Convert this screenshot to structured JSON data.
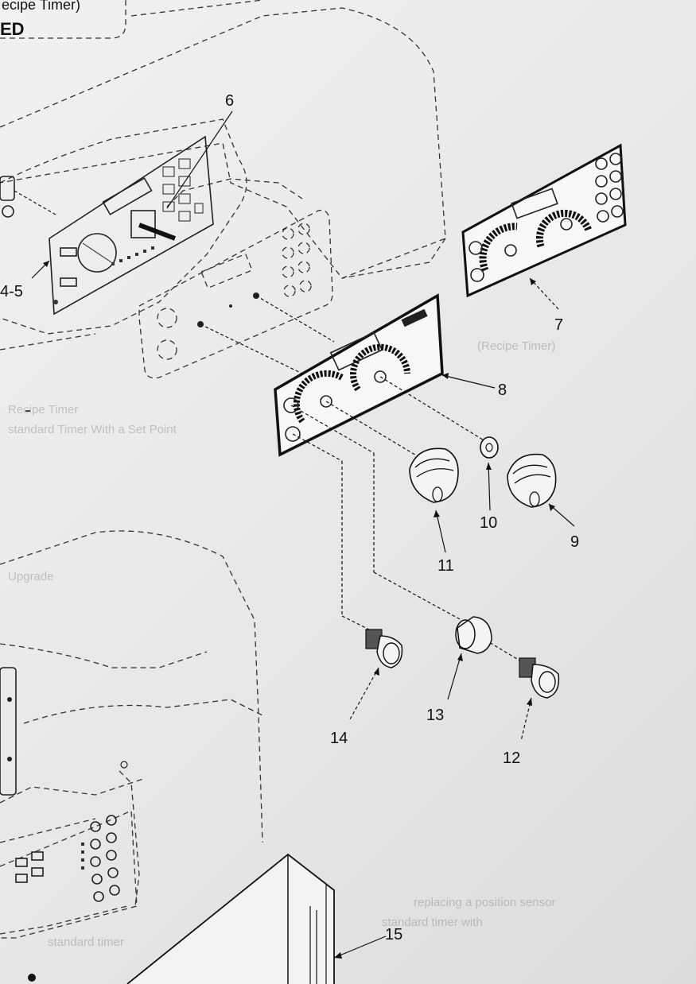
{
  "header_fragment": {
    "line1": "ecipe Timer)",
    "line2": "ED"
  },
  "callouts": {
    "c4_5": "4-5",
    "c6": "6",
    "c7": "7",
    "c8": "8",
    "c9": "9",
    "c10": "10",
    "c11": "11",
    "c12": "12",
    "c13": "13",
    "c14": "14",
    "c15": "15"
  },
  "bleed_through": {
    "b1": "(Recipe Timer)",
    "b2": "Recipe Timer",
    "b3": "standard Timer With a Set Point",
    "b4": "Upgrade",
    "b5": "replacing a position sensor",
    "b6": "standard timer with",
    "b7": "standard timer"
  }
}
